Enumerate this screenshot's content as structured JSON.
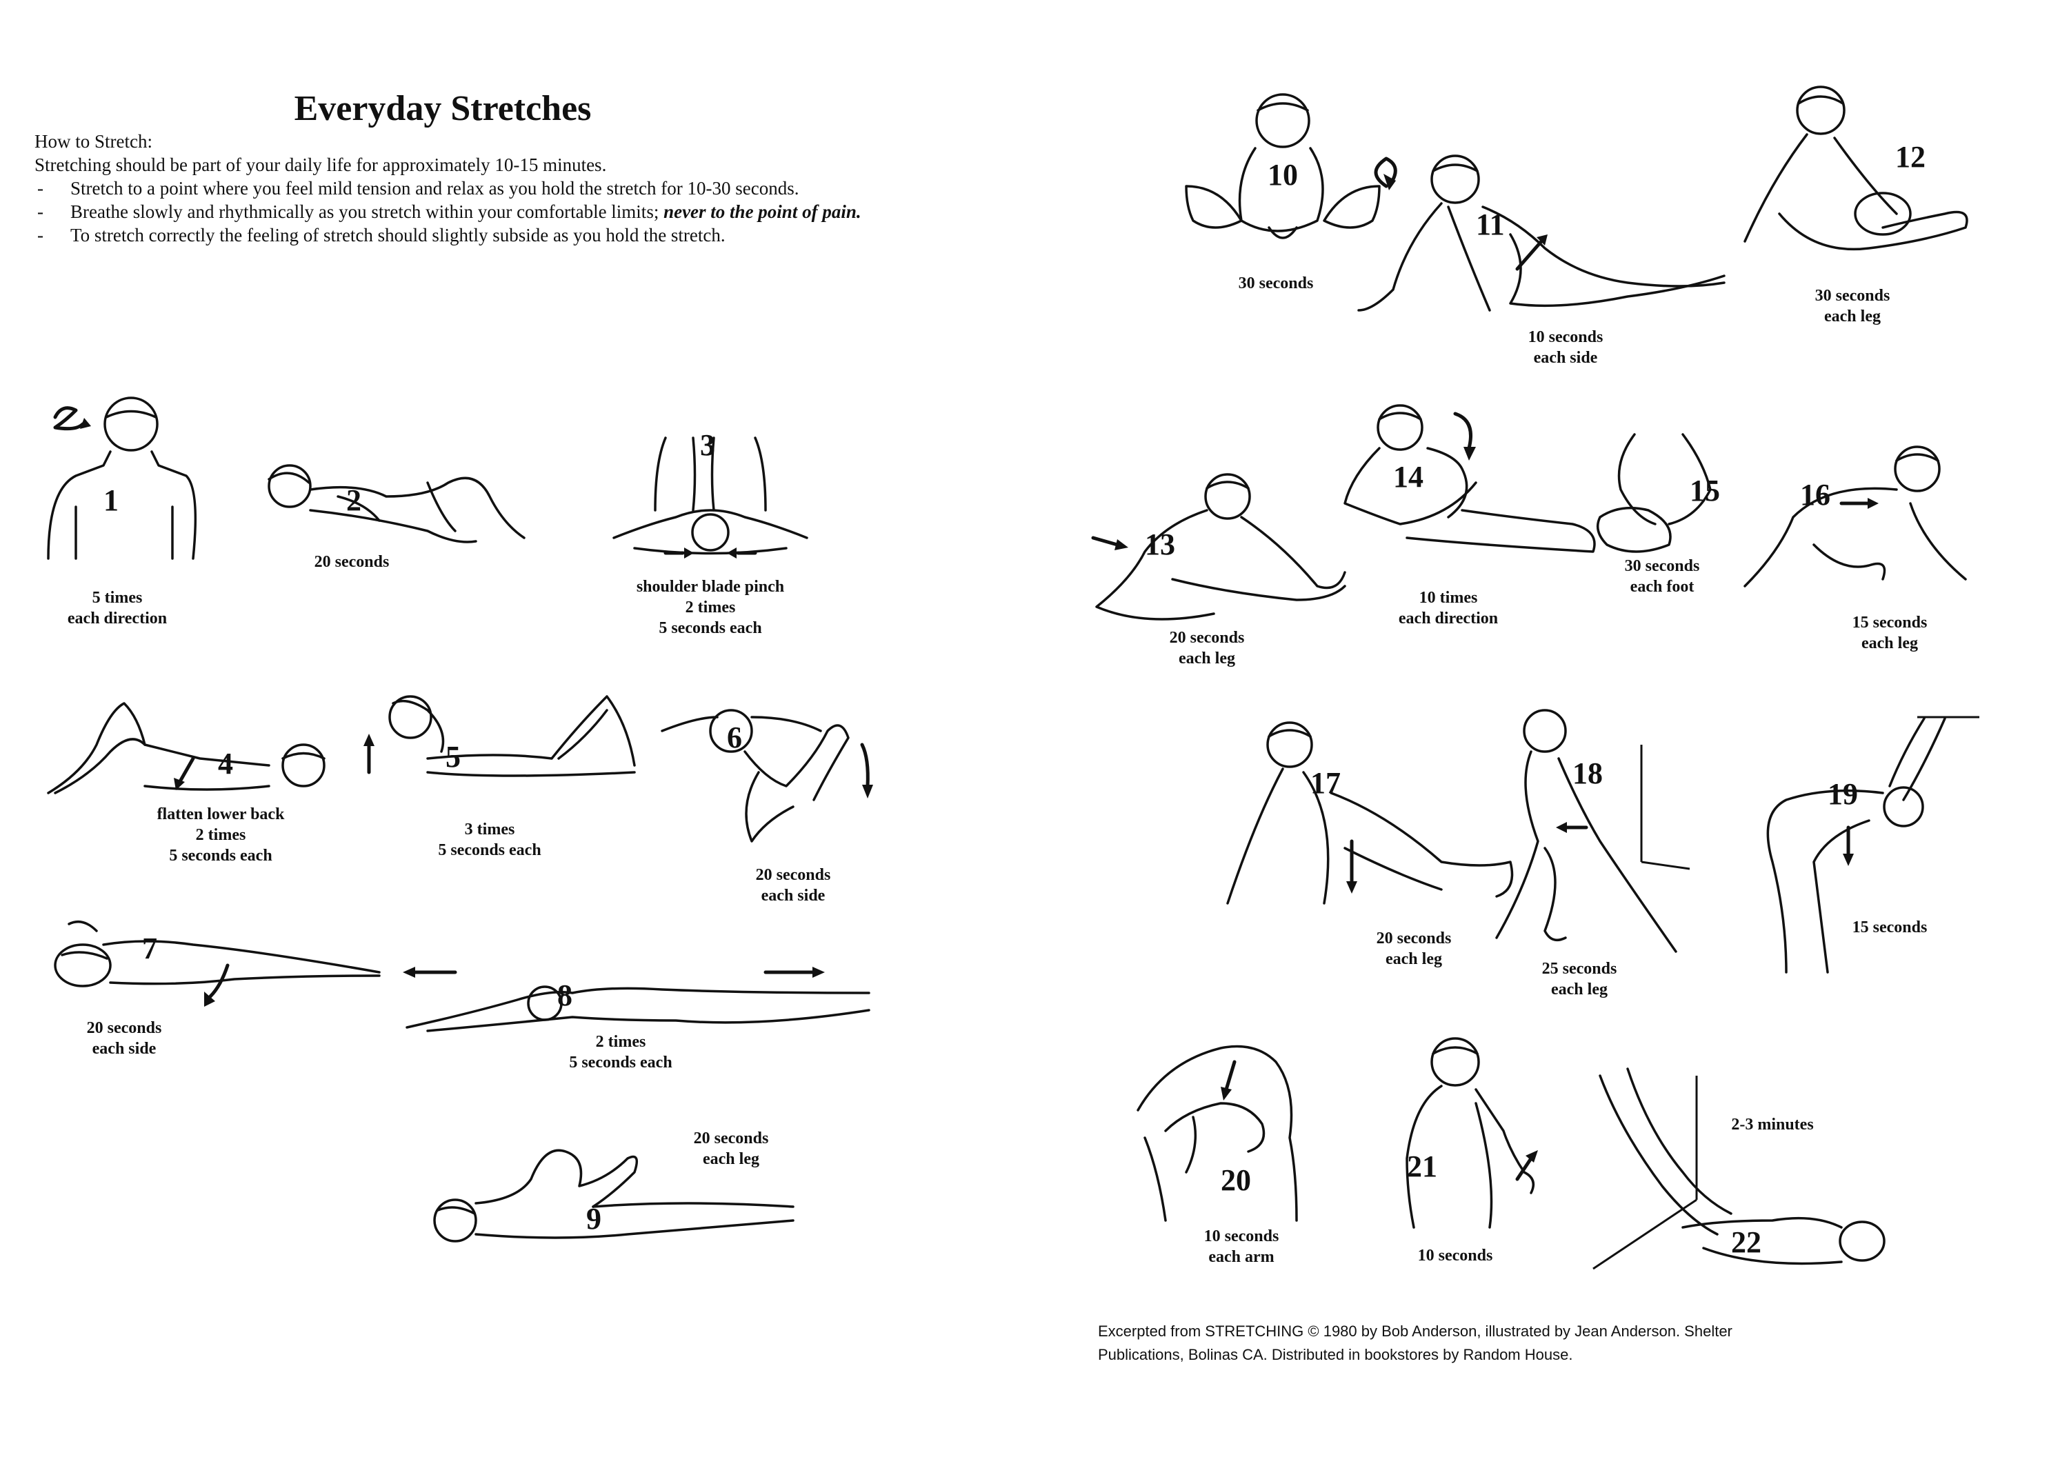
{
  "title": "Everyday Stretches",
  "instructions": {
    "heading": "How to Stretch:",
    "intro": "Stretching should be part of your daily life for approximately 10-15 minutes.",
    "bullets": [
      "Stretch to a point where you feel mild tension and relax as you hold the stretch for 10-30 seconds.",
      "Breathe slowly and rhythmically as you stretch within your comfortable limits; ",
      "To stretch correctly the feeling of stretch should slightly subside as you hold the stretch."
    ],
    "bullet2_emphasis": "never to the point of pain."
  },
  "stretches": [
    {
      "number": "1",
      "caption": "5 times\neach direction"
    },
    {
      "number": "2",
      "caption": "20 seconds"
    },
    {
      "number": "3",
      "caption": "shoulder blade pinch\n2 times\n5 seconds each"
    },
    {
      "number": "4",
      "caption": "flatten lower back\n2 times\n5 seconds each"
    },
    {
      "number": "5",
      "caption": "3 times\n5 seconds each"
    },
    {
      "number": "6",
      "caption": "20 seconds\neach side"
    },
    {
      "number": "7",
      "caption": "20 seconds\neach side"
    },
    {
      "number": "8",
      "caption": "2 times\n5 seconds each"
    },
    {
      "number": "9",
      "caption": "20 seconds\neach leg"
    },
    {
      "number": "10",
      "caption": "30 seconds"
    },
    {
      "number": "11",
      "caption": "10 seconds\neach side"
    },
    {
      "number": "12",
      "caption": "30 seconds\neach leg"
    },
    {
      "number": "13",
      "caption": "20 seconds\neach leg"
    },
    {
      "number": "14",
      "caption": "10 times\neach direction"
    },
    {
      "number": "15",
      "caption": "30 seconds\neach foot"
    },
    {
      "number": "16",
      "caption": "15 seconds\neach leg"
    },
    {
      "number": "17",
      "caption": "20 seconds\neach leg"
    },
    {
      "number": "18",
      "caption": "25 seconds\neach leg"
    },
    {
      "number": "19",
      "caption": "15 seconds"
    },
    {
      "number": "20",
      "caption": "10 seconds\neach arm"
    },
    {
      "number": "21",
      "caption": "10 seconds"
    },
    {
      "number": "22",
      "caption": "2-3 minutes"
    }
  ],
  "credit": {
    "line1": "Excerpted from STRETCHING © 1980 by Bob Anderson, illustrated by Jean Anderson.  Shelter",
    "line2": "Publications, Bolinas CA.  Distributed in bookstores by Random House."
  }
}
